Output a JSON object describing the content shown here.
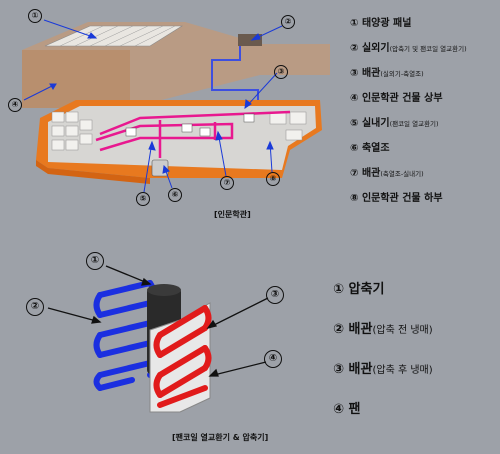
{
  "top_legend": [
    {
      "num": "①",
      "title": "태양광 패널",
      "sub": ""
    },
    {
      "num": "②",
      "title": "실외기",
      "sub": "(압축기 및 팬코일 열교환기)"
    },
    {
      "num": "③",
      "title": "배관",
      "sub": "(실외기-축열조)"
    },
    {
      "num": "④",
      "title": "인문학관 건물 상부",
      "sub": ""
    },
    {
      "num": "⑤",
      "title": "실내기",
      "sub": "(팬코일 열교환기)"
    },
    {
      "num": "⑥",
      "title": "축열조",
      "sub": ""
    },
    {
      "num": "⑦",
      "title": "배관",
      "sub": "(축열조-실내기)"
    },
    {
      "num": "⑧",
      "title": "인문학관 건물 하부",
      "sub": ""
    }
  ],
  "top_caption": "[인문학관]",
  "top_callouts": [
    "①",
    "②",
    "③",
    "④",
    "⑤",
    "⑥",
    "⑦",
    "⑧"
  ],
  "bottom_legend": [
    {
      "num": "①",
      "title": "압축기",
      "sub": ""
    },
    {
      "num": "②",
      "title": "배관",
      "sub": "(압축 전 냉매)"
    },
    {
      "num": "③",
      "title": "배관",
      "sub": "(압축 후 냉매)"
    },
    {
      "num": "④",
      "title": "팬",
      "sub": ""
    }
  ],
  "bottom_caption": "[팬코일 열교환기 & 압축기]",
  "bottom_callouts": [
    "①",
    "②",
    "③",
    "④"
  ],
  "colors": {
    "building": "#e8791f",
    "roof": "#c9a98a",
    "pipe_hot": "#e8188f",
    "pipe_blue": "#3d4fe0",
    "coil_red": "#e11b1b",
    "coil_blue": "#1b2fe0"
  }
}
